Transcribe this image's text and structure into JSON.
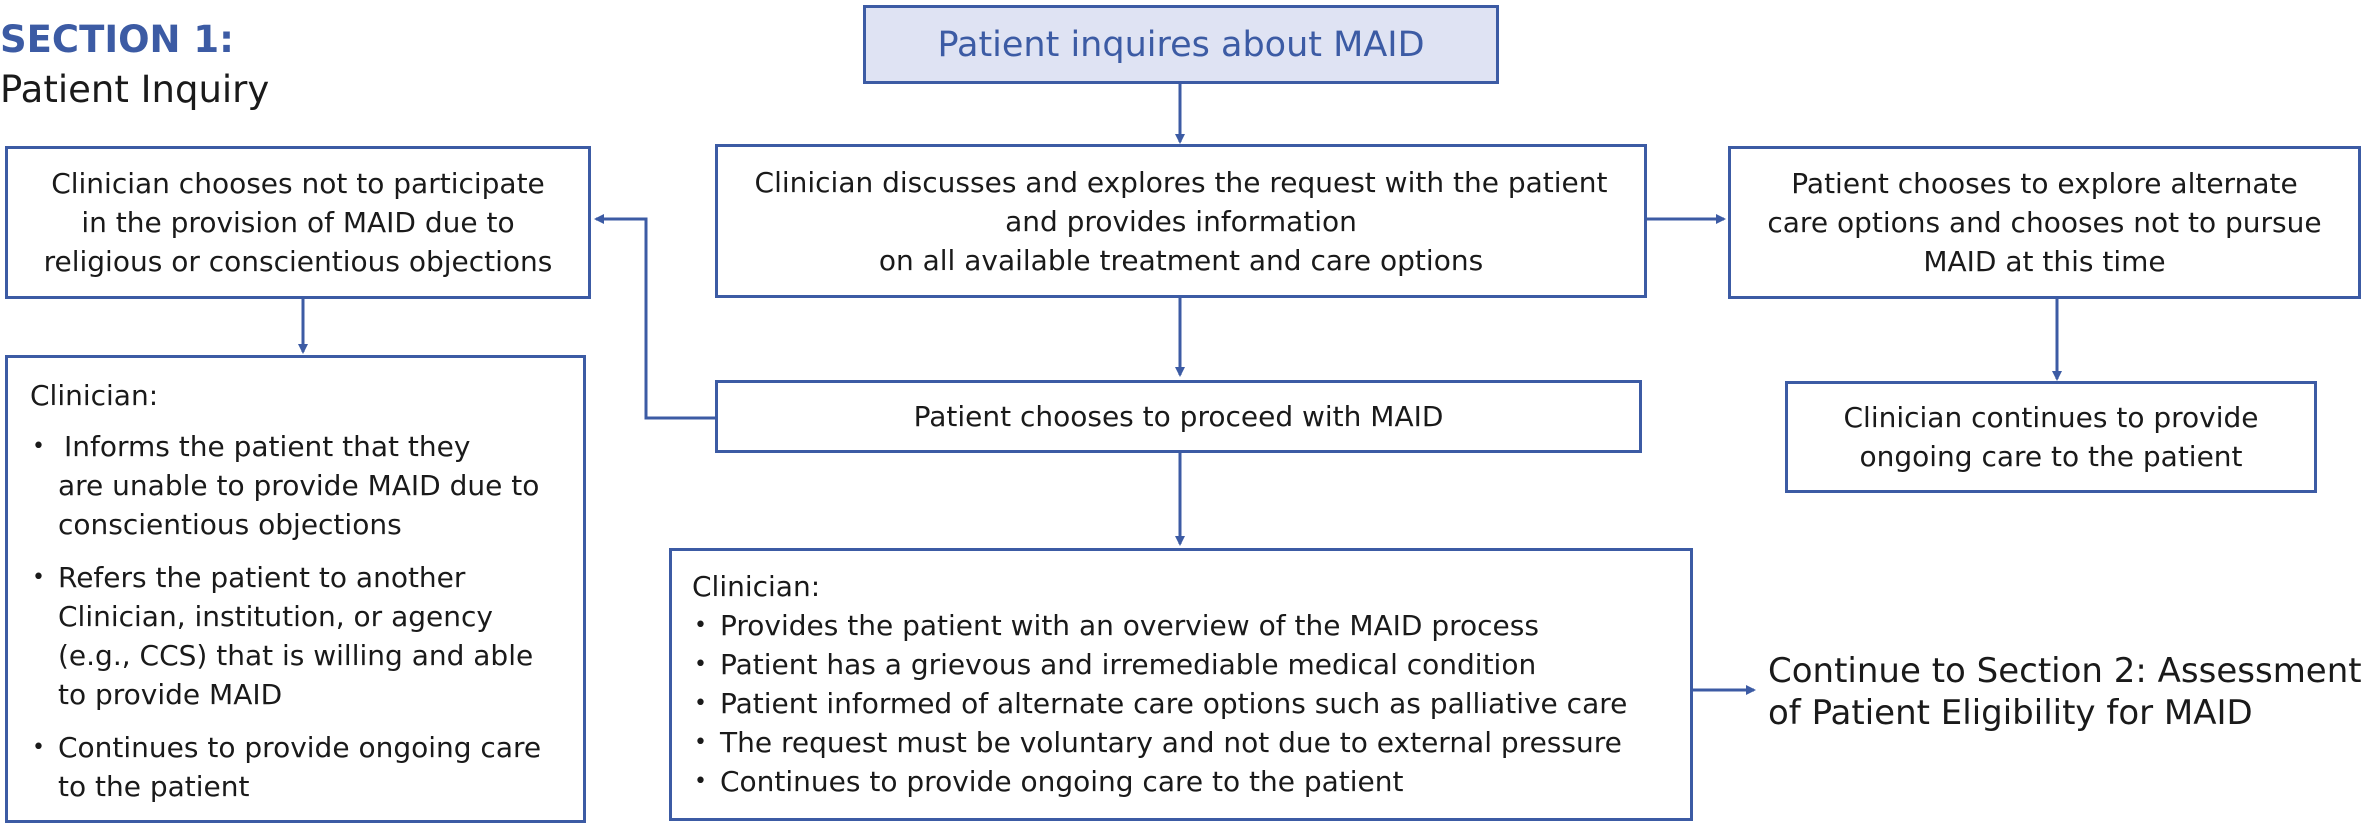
{
  "section": {
    "title": "SECTION 1:",
    "subtitle": "Patient Inquiry"
  },
  "nodes": {
    "inquiry": {
      "text": "Patient inquires about MAID"
    },
    "discuss": {
      "lines": [
        "Clinician discusses and explores the request with the patient",
        "and provides information",
        "on all available treatment and care options"
      ]
    },
    "not_participate": {
      "lines": [
        "Clinician chooses not to participate",
        "in the provision of MAID due to",
        "religious or conscientious objections"
      ]
    },
    "alternate": {
      "lines": [
        "Patient chooses to explore alternate",
        "care options and chooses not to pursue",
        "MAID at this time"
      ]
    },
    "proceed": {
      "text": "Patient chooses to proceed with MAID"
    },
    "ongoing_care": {
      "lines": [
        "Clinician continues to provide",
        "ongoing care to the patient"
      ]
    },
    "objector_actions": {
      "heading": "Clinician:",
      "items": [
        {
          "lines": [
            "Informs the patient that they",
            "are unable to provide MAID due to",
            "conscientious objections"
          ]
        },
        {
          "lines": [
            "Refers the patient to another",
            "Clinician, institution, or agency",
            "(e.g., CCS) that is willing and able",
            "to provide MAID"
          ]
        },
        {
          "lines": [
            "Continues to provide ongoing care",
            "to the patient"
          ]
        }
      ]
    },
    "clinician_actions": {
      "heading": "Clinician:",
      "items": [
        "Provides the patient with an overview of the MAID process",
        "Patient has a grievous and irremediable medical condition",
        "Patient informed of alternate care options such as palliative care",
        "The request must be voluntary and not due to external pressure",
        "Continues to provide ongoing care to the patient"
      ]
    },
    "continue": {
      "lines": [
        "Continue to Section 2: Assessment",
        "of Patient Eligibility for MAID"
      ]
    }
  },
  "colors": {
    "accent": "#3c5ba4",
    "header_fill": "#dfe3f3",
    "text": "#1a1a1a"
  }
}
